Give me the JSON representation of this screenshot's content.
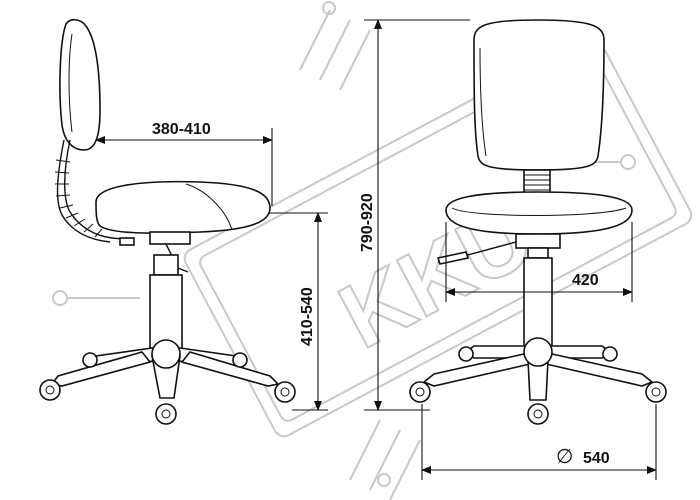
{
  "dimensions": {
    "seat_depth": "380-410",
    "overall_height": "790-920",
    "seat_height": "410-540",
    "seat_width": "420",
    "base_diameter_symbol": "∅",
    "base_diameter": "540"
  },
  "watermark": {
    "text": "KKU"
  },
  "colors": {
    "line": "#111111",
    "watermark": "#c8c8c8",
    "background": "#ffffff"
  }
}
